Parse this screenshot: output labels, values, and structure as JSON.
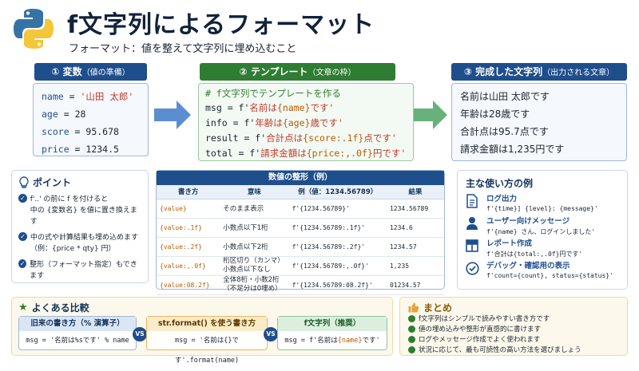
{
  "header": {
    "title": "f文字列によるフォーマット",
    "subtitle": "フォーマット：値を整えて文字列に埋め込むこと"
  },
  "steps": [
    {
      "num": "①",
      "label": "変数",
      "sub": "（値の準備）",
      "color": "#1f4e8c"
    },
    {
      "num": "②",
      "label": "テンプレート",
      "sub": "（文章の枠）",
      "color": "#2e7d32"
    },
    {
      "num": "③",
      "label": "完成した文字列",
      "sub": "（出力される文章）",
      "color": "#1f4e8c"
    }
  ],
  "variables": [
    {
      "name": "name",
      "op": " = ",
      "value": "'山田 太郎'"
    },
    {
      "name": "age",
      "op": " = ",
      "value": "28"
    },
    {
      "name": "score",
      "op": " = ",
      "value": "95.678"
    },
    {
      "name": "price",
      "op": " = ",
      "value": "1234.5"
    }
  ],
  "template": {
    "comment": "# f文字列でテンプレートを作る",
    "lines": [
      {
        "lhs": "msg = f'",
        "a": "名前は",
        "ph": "{name}",
        "b": "です'"
      },
      {
        "lhs": "info = f'",
        "a": "年齢は",
        "ph": "{age}",
        "b": "歳です'"
      },
      {
        "lhs": "result = f'",
        "a": "合計点は",
        "ph": "{score:.1f}",
        "b": "点です'"
      },
      {
        "lhs": "total = f'",
        "a": "請求金額は",
        "ph": "{price:,.0f}",
        "b": "円です'"
      }
    ]
  },
  "output": [
    "名前は山田 太郎です",
    "年齢は28歳です",
    "合計点は95.7点です",
    "請求金額は1,235円です"
  ],
  "points": {
    "title": "ポイント",
    "items": [
      "f'..' の前に f を付けると\n中の {変数名} を値に置き換えます",
      "中の式や計算結果も埋め込めます\n（例：{price * qty} 円）",
      "整形（フォーマット指定）もできます"
    ]
  },
  "table": {
    "title": "数値の整形（例）",
    "headers": [
      "書き方",
      "意味",
      "例（値：1234.56789）",
      "結果"
    ],
    "rows": [
      [
        "{value}",
        "そのまま表示",
        "f'{1234.56789}'",
        "1234.56789"
      ],
      [
        "{value:.1f}",
        "小数点以下1桁",
        "f'{1234.56789:.1f}'",
        "1234.6"
      ],
      [
        "{value:.2f}",
        "小数点以下2桁",
        "f'{1234.56789:.2f}'",
        "1234.57"
      ],
      [
        "{value:,.0f}",
        "桁区切り（カンマ）\n小数点以下なし",
        "f'{1234.56789:,.0f}'",
        "1,235"
      ],
      [
        "{value:08.2f}",
        "全体8桁・小数2桁\n（不足分は0埋め）",
        "f'{1234.56789:08.2f}'",
        "01234.57"
      ]
    ]
  },
  "uses": {
    "title": "主な使い方の例",
    "items": [
      {
        "icon": "document-icon",
        "title": "ログ出力",
        "code": "f'{time}] {level}: {message}'"
      },
      {
        "icon": "user-icon",
        "title": "ユーザー向けメッセージ",
        "code": "f'{name} さん、ログインしました'"
      },
      {
        "icon": "grid-icon",
        "title": "レポート作成",
        "code": "f'合計は{total:,.0f}円です'"
      },
      {
        "icon": "check-circle-icon",
        "title": "デバッグ・確認用の表示",
        "code": "f'count={count}, status={status}'"
      }
    ]
  },
  "compare": {
    "title": "よくある比較",
    "vs": "VS",
    "items": [
      {
        "head": "旧来の書き方（% 演算子）",
        "code": "msg = '名前は%sです' % name"
      },
      {
        "head": "str.format() を使う書き方",
        "code": "msg = '名前は{}です'.format(name)"
      },
      {
        "head": "f文字列（推奨）",
        "code_a": "msg = f'名前は",
        "code_ph": "{name}",
        "code_b": "です'"
      }
    ]
  },
  "summary": {
    "title": "まとめ",
    "items": [
      "f文字列はシンプルで読みやすい書き方です",
      "値の埋め込みや整形が直感的に書けます",
      "ログやメッセージ作成でよく使われます",
      "状況に応じて、最も可読性の高い方法を選びましょう"
    ]
  },
  "colors": {
    "blue": "#1f4e8c",
    "green": "#2e7d32",
    "orange": "#e8a33d",
    "placeholder": "#b85c00"
  }
}
